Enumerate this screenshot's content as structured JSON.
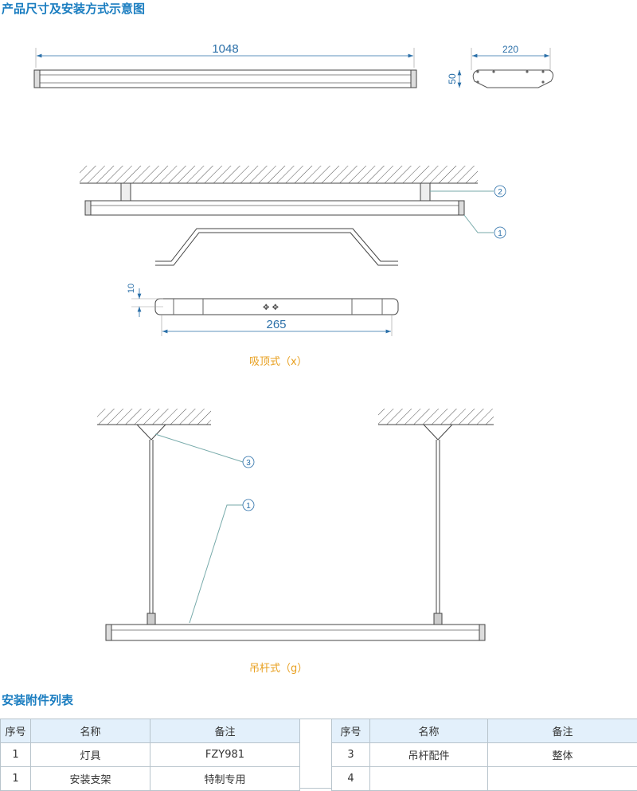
{
  "titles": {
    "section1": "产品尺寸及安装方式示意图",
    "section2": "安装附件列表"
  },
  "dimensions": {
    "length": "1048",
    "width": "220",
    "height": "50",
    "bracket_length": "265",
    "slot": "10"
  },
  "callouts": {
    "c1": "1",
    "c2": "2",
    "c3": "3"
  },
  "captions": {
    "ceiling": "吸顶式（x）",
    "pendant": "吊杆式（g）"
  },
  "table": {
    "headers": [
      "序号",
      "名称",
      "备注"
    ],
    "left": [
      [
        "1",
        "灯具",
        "FZY981"
      ],
      [
        "1",
        "安装支架",
        "特制专用"
      ]
    ],
    "right": [
      [
        "3",
        "吊杆配件",
        "整体"
      ],
      [
        "4",
        "",
        ""
      ]
    ]
  },
  "colors": {
    "title": "#1a7dc0",
    "caption": "#e8a020",
    "dimension": "#2a6fa8"
  }
}
